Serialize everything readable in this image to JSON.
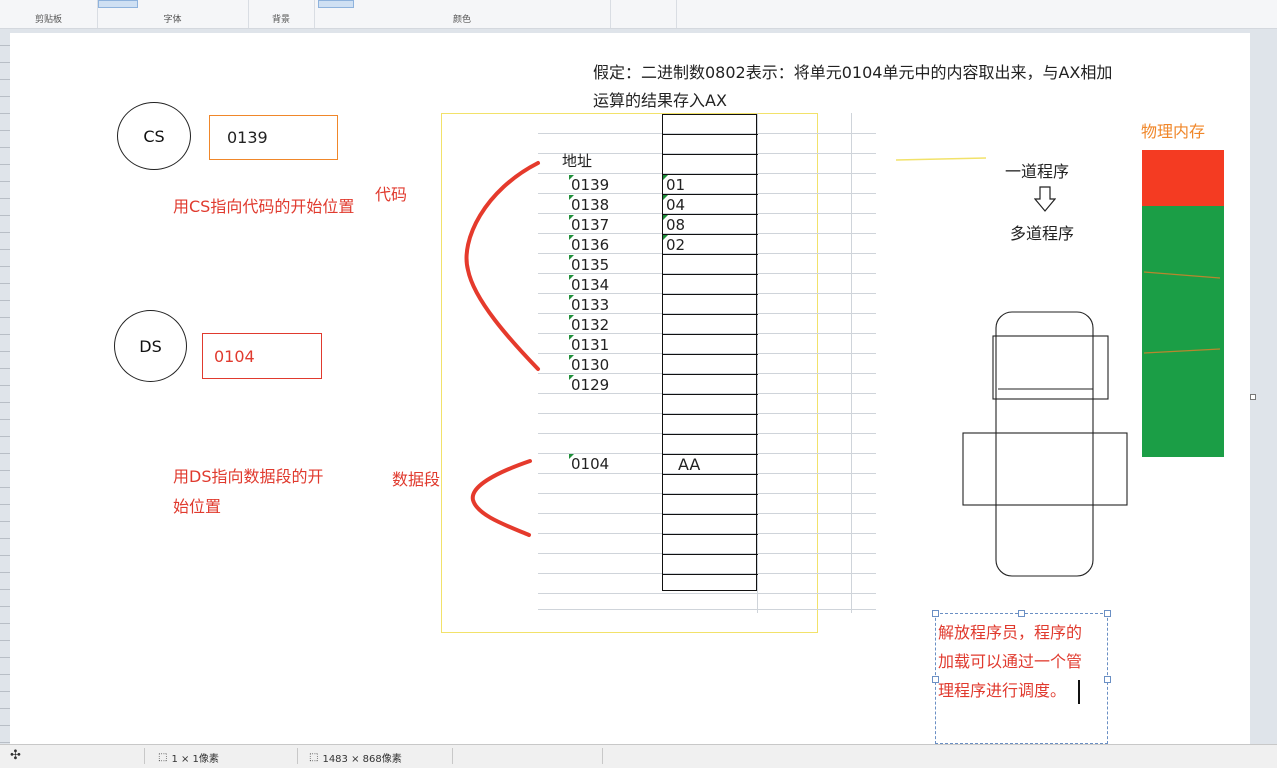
{
  "ribbon": {
    "groups": [
      "剪贴板",
      "字体",
      "背景",
      "颜色"
    ]
  },
  "statusbar": {
    "selection_size": "1 × 1像素",
    "image_size": "1483 × 868像素"
  },
  "canvas": {
    "cs_label": "CS",
    "cs_value": "0139",
    "cs_note": "用CS指向代码的开始位置",
    "code_label": "代码",
    "ds_label": "DS",
    "ds_value": "0104",
    "ds_note_line1": "用DS指向数据段的开",
    "ds_note_line2": "始位置",
    "data_segment_label": "数据段",
    "assumption_line1": "假定：二进制数0802表示：将单元0104单元中的内容取出来，与AX相加",
    "assumption_line2": "运算的结果存入AX",
    "address_header": "地址",
    "memory_rows": [
      {
        "addr": "0139",
        "value": "01"
      },
      {
        "addr": "0138",
        "value": "04"
      },
      {
        "addr": "0137",
        "value": "08"
      },
      {
        "addr": "0136",
        "value": "02"
      },
      {
        "addr": "0135",
        "value": ""
      },
      {
        "addr": "0134",
        "value": ""
      },
      {
        "addr": "0133",
        "value": ""
      },
      {
        "addr": "0132",
        "value": ""
      },
      {
        "addr": "0131",
        "value": ""
      },
      {
        "addr": "0130",
        "value": ""
      },
      {
        "addr": "0129",
        "value": ""
      }
    ],
    "data_row": {
      "addr": "0104",
      "value": "AA"
    },
    "one_program": "一道程序",
    "multi_program": "多道程序",
    "physical_memory": "物理内存",
    "note_line1": "解放程序员，程序的",
    "note_line2": "加载可以通过一个管",
    "note_line3": "理程序进行调度。"
  },
  "colors": {
    "accent_red": "#e03a2e",
    "accent_orange": "#f0872a",
    "memory_red": "#f43b22",
    "memory_green": "#1b9e46",
    "highlight_yellow": "#f2e26a"
  }
}
